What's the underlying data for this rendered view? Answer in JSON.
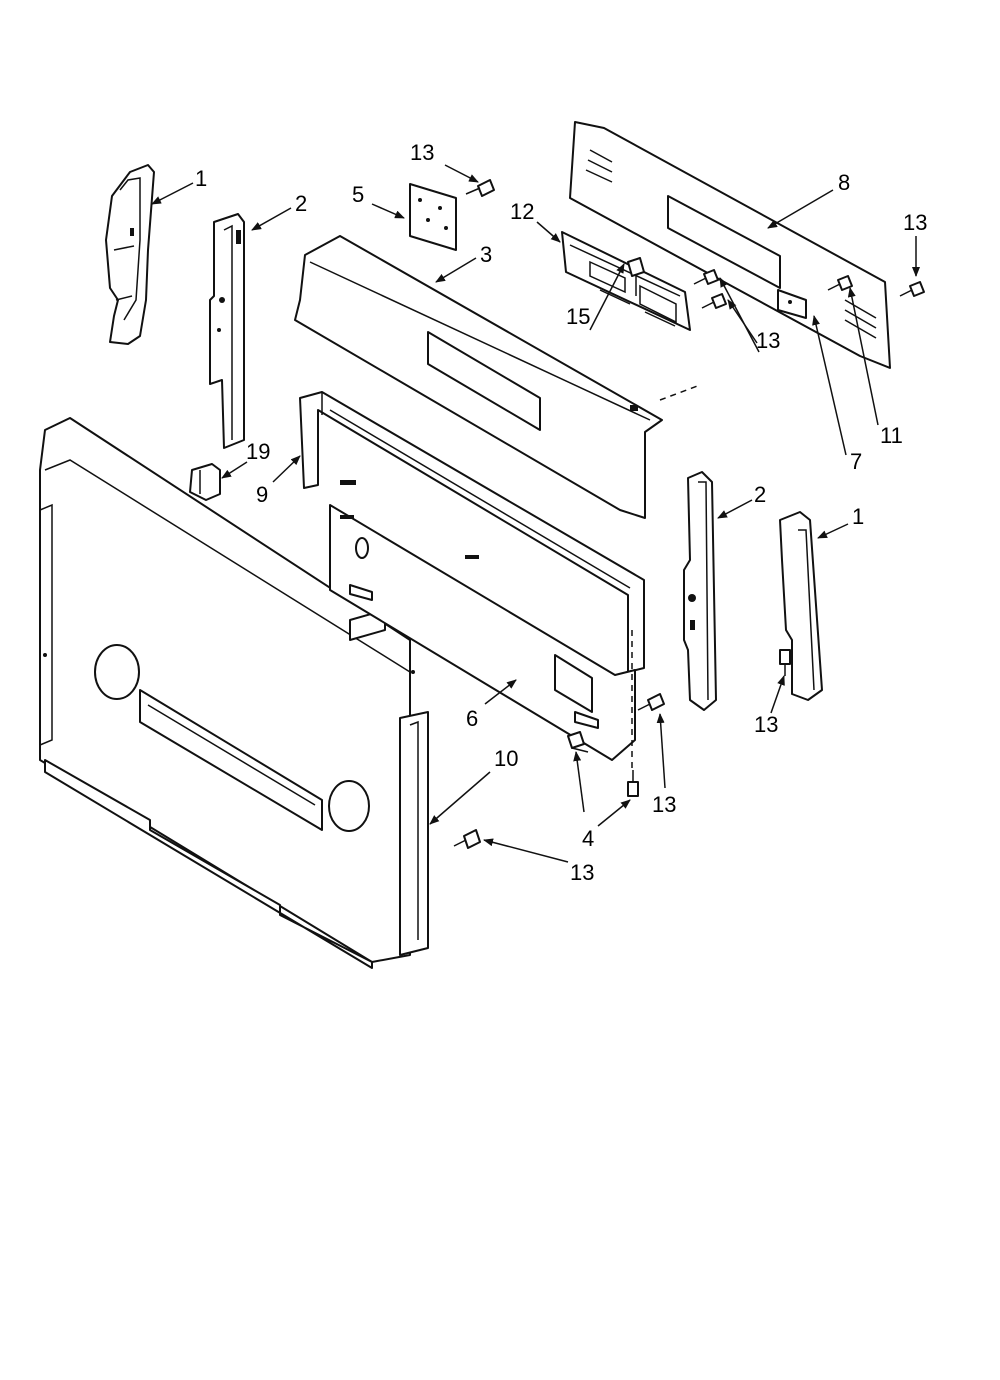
{
  "callouts": [
    {
      "id": "c1a",
      "label": "1"
    },
    {
      "id": "c1b",
      "label": "1"
    },
    {
      "id": "c2a",
      "label": "2"
    },
    {
      "id": "c2b",
      "label": "2"
    },
    {
      "id": "c3",
      "label": "3"
    },
    {
      "id": "c4",
      "label": "4"
    },
    {
      "id": "c5",
      "label": "5"
    },
    {
      "id": "c6",
      "label": "6"
    },
    {
      "id": "c7",
      "label": "7"
    },
    {
      "id": "c8",
      "label": "8"
    },
    {
      "id": "c9",
      "label": "9"
    },
    {
      "id": "c10",
      "label": "10"
    },
    {
      "id": "c11",
      "label": "11"
    },
    {
      "id": "c12",
      "label": "12"
    },
    {
      "id": "c13a",
      "label": "13"
    },
    {
      "id": "c13b",
      "label": "13"
    },
    {
      "id": "c13c",
      "label": "13"
    },
    {
      "id": "c13d",
      "label": "13"
    },
    {
      "id": "c13e",
      "label": "13"
    },
    {
      "id": "c13f",
      "label": "13"
    },
    {
      "id": "c15",
      "label": "15"
    },
    {
      "id": "c19",
      "label": "19"
    }
  ]
}
